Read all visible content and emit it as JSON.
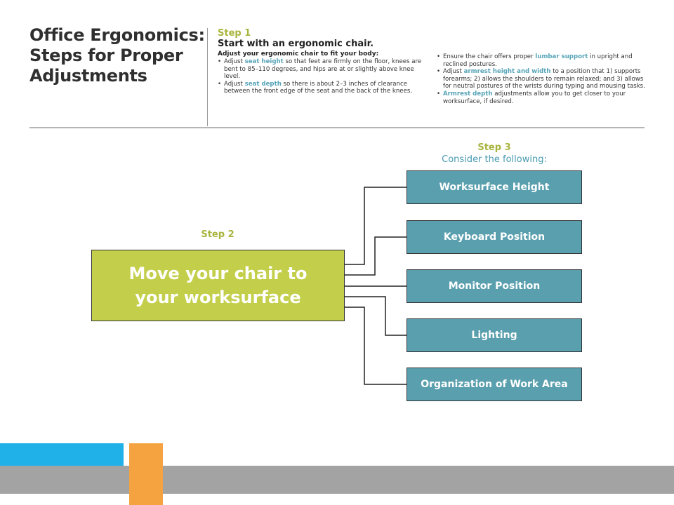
{
  "title": "Office Ergonomics: Steps for Proper Adjustments",
  "step1": {
    "label": "Step 1",
    "heading": "Start with an ergonomic chair.",
    "intro": "Adjust your ergonomic chair to fit your body:",
    "col1": [
      {
        "pre": "Adjust ",
        "kw": "seat height",
        "post": " so that feet are firmly on the floor, knees are bent to 85–110 degrees, and hips are at or slightly above knee level."
      },
      {
        "pre": "Adjust ",
        "kw": "seat depth",
        "post": " so there is about 2–3 inches of clearance between the front edge of the seat and the back of the knees."
      }
    ],
    "col2": [
      {
        "pre": "Ensure the chair offers proper ",
        "kw": "lumbar support",
        "post": " in upright and reclined postures."
      },
      {
        "pre": "Adjust ",
        "kw": "armrest height and width",
        "post": " to a position that 1) supports forearms; 2) allows the shoulders to remain relaxed; and 3) allows for neutral postures of the wrists during typing and mousing tasks."
      },
      {
        "pre": "",
        "kw": "Armrest depth",
        "post": " adjustments allow you to get closer to your worksurface, if desired."
      }
    ]
  },
  "step2": {
    "label": "Step 2",
    "box_text": "Move your chair to your worksurface"
  },
  "step3": {
    "label": "Step 3",
    "subtitle": "Consider the following:",
    "items": [
      "Worksurface Height",
      "Keyboard Position",
      "Monitor Position",
      "Lighting",
      "Organization of Work Area"
    ]
  },
  "colors": {
    "step_label": "#a8b43c",
    "keyword": "#56a4b7",
    "main_box": "#c3cf4b",
    "option_box": "#5a9fae",
    "footer_blue": "#1fb1e8",
    "footer_orange": "#f5a341",
    "footer_gray": "#a3a3a3"
  }
}
